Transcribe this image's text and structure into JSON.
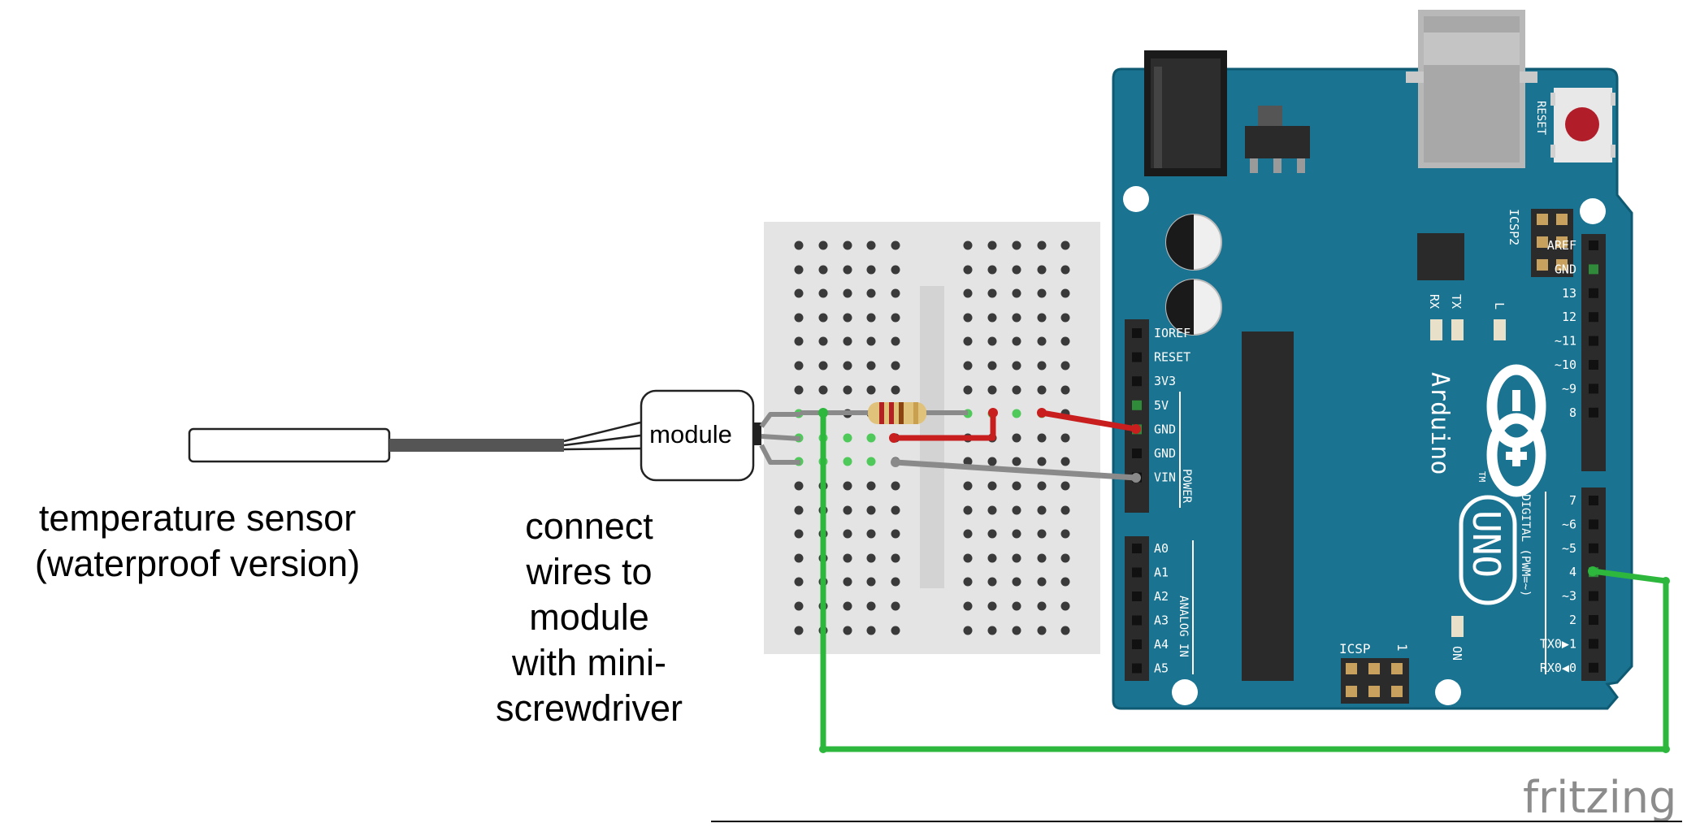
{
  "labels": {
    "module": "module",
    "sensor_line1": "temperature sensor",
    "sensor_line2": "(waterproof version)",
    "note_lines": [
      "connect",
      "wires to",
      "module",
      "with mini-",
      "screwdriver"
    ],
    "watermark": "fritzing"
  },
  "arduino": {
    "power_pins": [
      "IOREF",
      "RESET",
      "3V3",
      "5V",
      "GND",
      "GND",
      "VIN"
    ],
    "power_header": "POWER",
    "analog_pins": [
      "A0",
      "A1",
      "A2",
      "A3",
      "A4",
      "A5"
    ],
    "analog_header": "ANALOG IN",
    "digital_top_pins": [
      "AREF",
      "GND",
      "13",
      "12",
      "~11",
      "~10",
      "~9",
      "8"
    ],
    "digital_bottom_pins": [
      "7",
      "~6",
      "~5",
      "4",
      "~3",
      "2",
      "TX0▶1",
      "RX0◀0"
    ],
    "digital_header": "DIGITAL (PWM=~)",
    "reset_label": "RESET",
    "icsp2_label": "ICSP2",
    "icsp_label": "ICSP",
    "icsp_pin1": "1",
    "tx_label": "TX",
    "rx_label": "RX",
    "l_label": "L",
    "on_label": "ON",
    "brand": "Arduino",
    "tm": "TM",
    "model": "UNO"
  },
  "colors": {
    "board": "#1a7391",
    "board_dark": "#0f5a73",
    "wire_green": "#2db83d",
    "wire_red": "#c81e1e",
    "wire_gray": "#8a8a8a",
    "breadboard": "#e4e4e4",
    "header": "#2b2b2b"
  }
}
